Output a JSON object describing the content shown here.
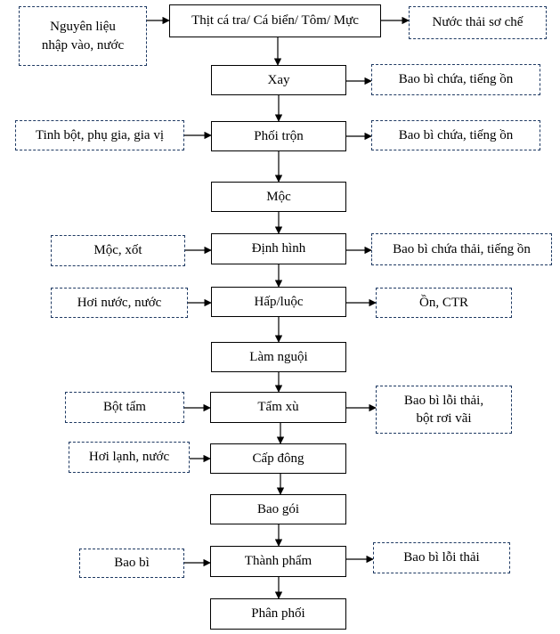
{
  "main_steps": [
    "Thịt cá tra/ Cá biển/ Tôm/ Mực",
    "Xay",
    "Phối trộn",
    "Mộc",
    "Định hình",
    "Hấp/luộc",
    "Làm nguội",
    "Tẩm xù",
    "Cấp đông",
    "Bao gói",
    "Thành phẩm",
    "Phân phối"
  ],
  "inputs": {
    "raw": [
      "Nguyên liệu",
      "nhập vào, nước"
    ],
    "mix": "Tinh bột, phụ gia, gia vị",
    "shape": "Mộc, xốt",
    "steam": "Hơi nước, nước",
    "coat": "Bột tẩm",
    "freeze": "Hơi lạnh, nước",
    "product": "Bao bì"
  },
  "outputs": {
    "raw": "Nước thải sơ chế",
    "grind": "Bao bì chứa, tiếng ồn",
    "mix": "Bao bì chứa, tiếng ồn",
    "shape": "Bao bì chứa thải, tiếng ồn",
    "steam": "Ồn, CTR",
    "coat": [
      "Bao bì lỗi thải,",
      "bột rơi vãi"
    ],
    "product": "Bao bì lỗi thải"
  }
}
